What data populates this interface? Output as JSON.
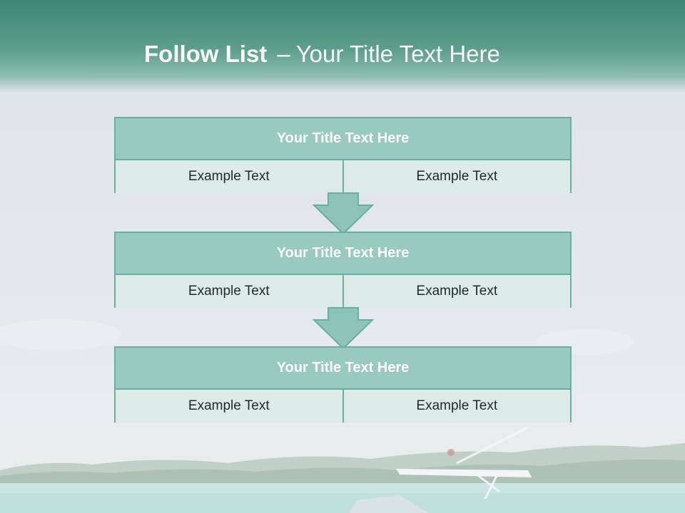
{
  "slide": {
    "title_bold": "Follow List",
    "title_dash": "–",
    "title_rest": "Your Title Text Here"
  },
  "boxes": [
    {
      "title": "Your Title Text Here",
      "left_text": "Example Text",
      "right_text": "Example Text"
    },
    {
      "title": "Your Title Text Here",
      "left_text": "Example Text",
      "right_text": "Example Text"
    },
    {
      "title": "Your Title Text Here",
      "left_text": "Example Text",
      "right_text": "Example Text"
    }
  ],
  "colors": {
    "header": "#4a8f7d",
    "box_head": "#98cbbe",
    "box_border": "#6aae9f",
    "cell_fill": "#dcebe7",
    "arrow_fill": "#8cc4b6"
  }
}
